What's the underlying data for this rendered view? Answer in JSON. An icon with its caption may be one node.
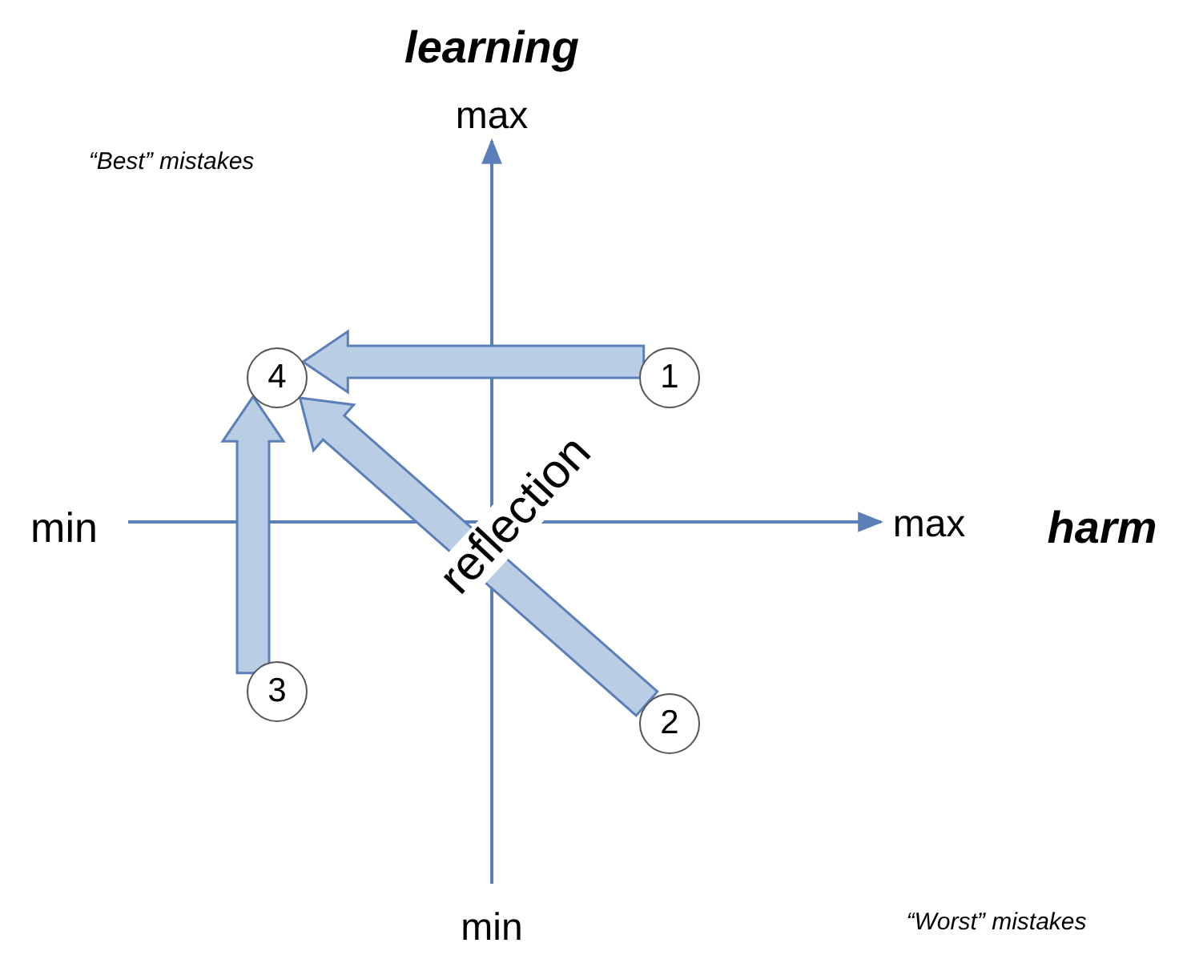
{
  "diagram": {
    "nodes": [
      {
        "text": [
          "4"
        ]
      },
      {
        "text": [
          "1"
        ]
      },
      {
        "text": [
          "3"
        ]
      },
      {
        "text": [
          "2"
        ]
      }
    ],
    "edges": [
      {
        "from": 1,
        "to": 0,
        "arrow": "to"
      },
      {
        "from": 2,
        "to": 0,
        "arrow": "to"
      },
      {
        "from": 3,
        "to": 0,
        "arrow": "to",
        "label": "reflection"
      }
    ],
    "labels": [
      "learning",
      "max",
      "“Best” mistakes",
      "min",
      "max",
      "harm",
      "min",
      "“Worst” mistakes"
    ]
  }
}
